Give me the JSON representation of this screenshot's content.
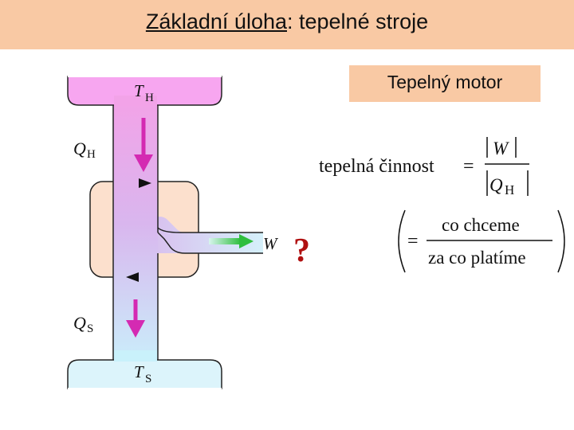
{
  "title": {
    "underlined": "Základní úloha",
    "rest": ": tepelné stroje"
  },
  "engine_label": "Tepelný motor",
  "diagram": {
    "hot_reservoir": {
      "symbol": "T",
      "subscript": "H"
    },
    "cold_reservoir": {
      "symbol": "T",
      "subscript": "S"
    },
    "heat_in": {
      "symbol": "Q",
      "subscript": "H"
    },
    "heat_out": {
      "symbol": "Q",
      "subscript": "S"
    },
    "work": {
      "symbol": "W"
    },
    "question_mark": "?"
  },
  "formula": {
    "label": "tepelná činnost",
    "equals": "=",
    "numerator": "W",
    "denominator_symbol": "Q",
    "denominator_subscript": "H",
    "paren_equals": "=",
    "paren_numerator": "co chceme",
    "paren_denominator": "za co platíme"
  },
  "colors": {
    "title_bg": "#f9c9a4",
    "hot": "#f7a6f0",
    "cold": "#dcf4fb",
    "engine": "#fce0cd",
    "arrow_magenta": "#d42ab2",
    "question": "#b01010"
  }
}
